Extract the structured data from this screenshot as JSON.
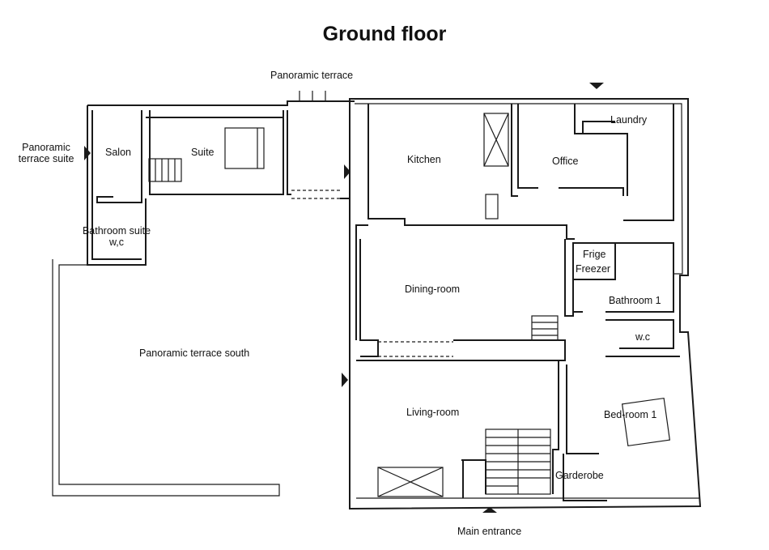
{
  "title": "Ground floor",
  "rooms": {
    "panoramic_terrace": "Panoramic terrace",
    "panoramic_terrace_suite": "Panoramic\nterrace suite",
    "salon": "Salon",
    "suite": "Suite",
    "bathroom_suite": "Bathroom suite",
    "wc_suite": "w,c",
    "kitchen": "Kitchen",
    "office": "Office",
    "laundry": "Laundry",
    "frige": "Frige",
    "freezer": "Freezer",
    "dining_room": "Dining-room",
    "bathroom_1": "Bathroom 1",
    "wc": "w.c",
    "panoramic_terrace_south": "Panoramic terrace south",
    "living_room": "Living-room",
    "bed_room_1": "Bed-room 1",
    "garderobe": "Garderobe",
    "main_entrance": "Main entrance"
  }
}
